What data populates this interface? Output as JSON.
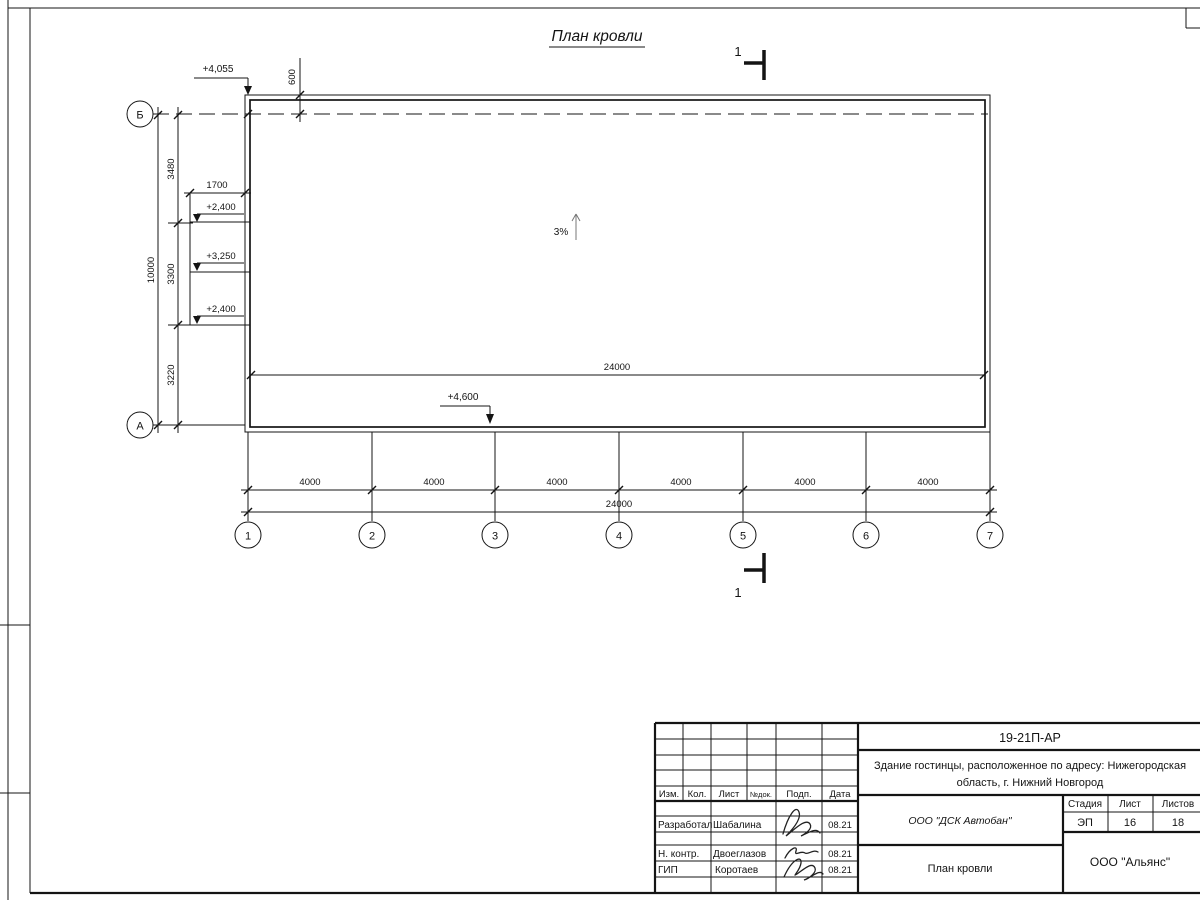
{
  "sheet": {
    "title": "План кровли"
  },
  "plan": {
    "axis_left_top": "Б",
    "axis_left_bottom": "А",
    "axis_cols": [
      "1",
      "2",
      "3",
      "4",
      "5",
      "6",
      "7"
    ],
    "section_mark": "1",
    "slope": "3%",
    "elev_top_left": "+4,055",
    "elev_bottom": "+4,600",
    "elev_box_top": "+2,400",
    "elev_box_mid": "+3,250",
    "elev_box_low": "+2,400",
    "dim_600": "600",
    "dim_1700": "1700",
    "dim_3480": "3480",
    "dim_3300": "3300",
    "dim_3220": "3220",
    "dim_10000": "10000",
    "dim_24000": "24000",
    "dim_4000": "4000"
  },
  "titleblock": {
    "doc_number": "19-21П-АР",
    "project_line1": "Здание гостинцы, расположенное по адресу: Нижегородская",
    "project_line2": "область, г. Нижний Новгород",
    "header": {
      "izm": "Изм.",
      "kol": "Кол.",
      "list": "Лист",
      "ndok": "№док.",
      "podp": "Подп.",
      "data": "Дата"
    },
    "rows": [
      {
        "role": "Разработал",
        "name": "Шабалина",
        "date": "08.21"
      },
      {
        "role": "Н. контр.",
        "name": "Двоеглазов",
        "date": "08.21"
      },
      {
        "role": "ГИП",
        "name": "Коротаев",
        "date": "08.21"
      }
    ],
    "stage": {
      "h1": "Стадия",
      "h2": "Лист",
      "h3": "Листов",
      "v1": "ЭП",
      "v2": "16",
      "v3": "18"
    },
    "contractor": "ООО \"ДСК Автобан\"",
    "sheet_name": "План кровли",
    "organization": "ООО \"Альянс\""
  }
}
